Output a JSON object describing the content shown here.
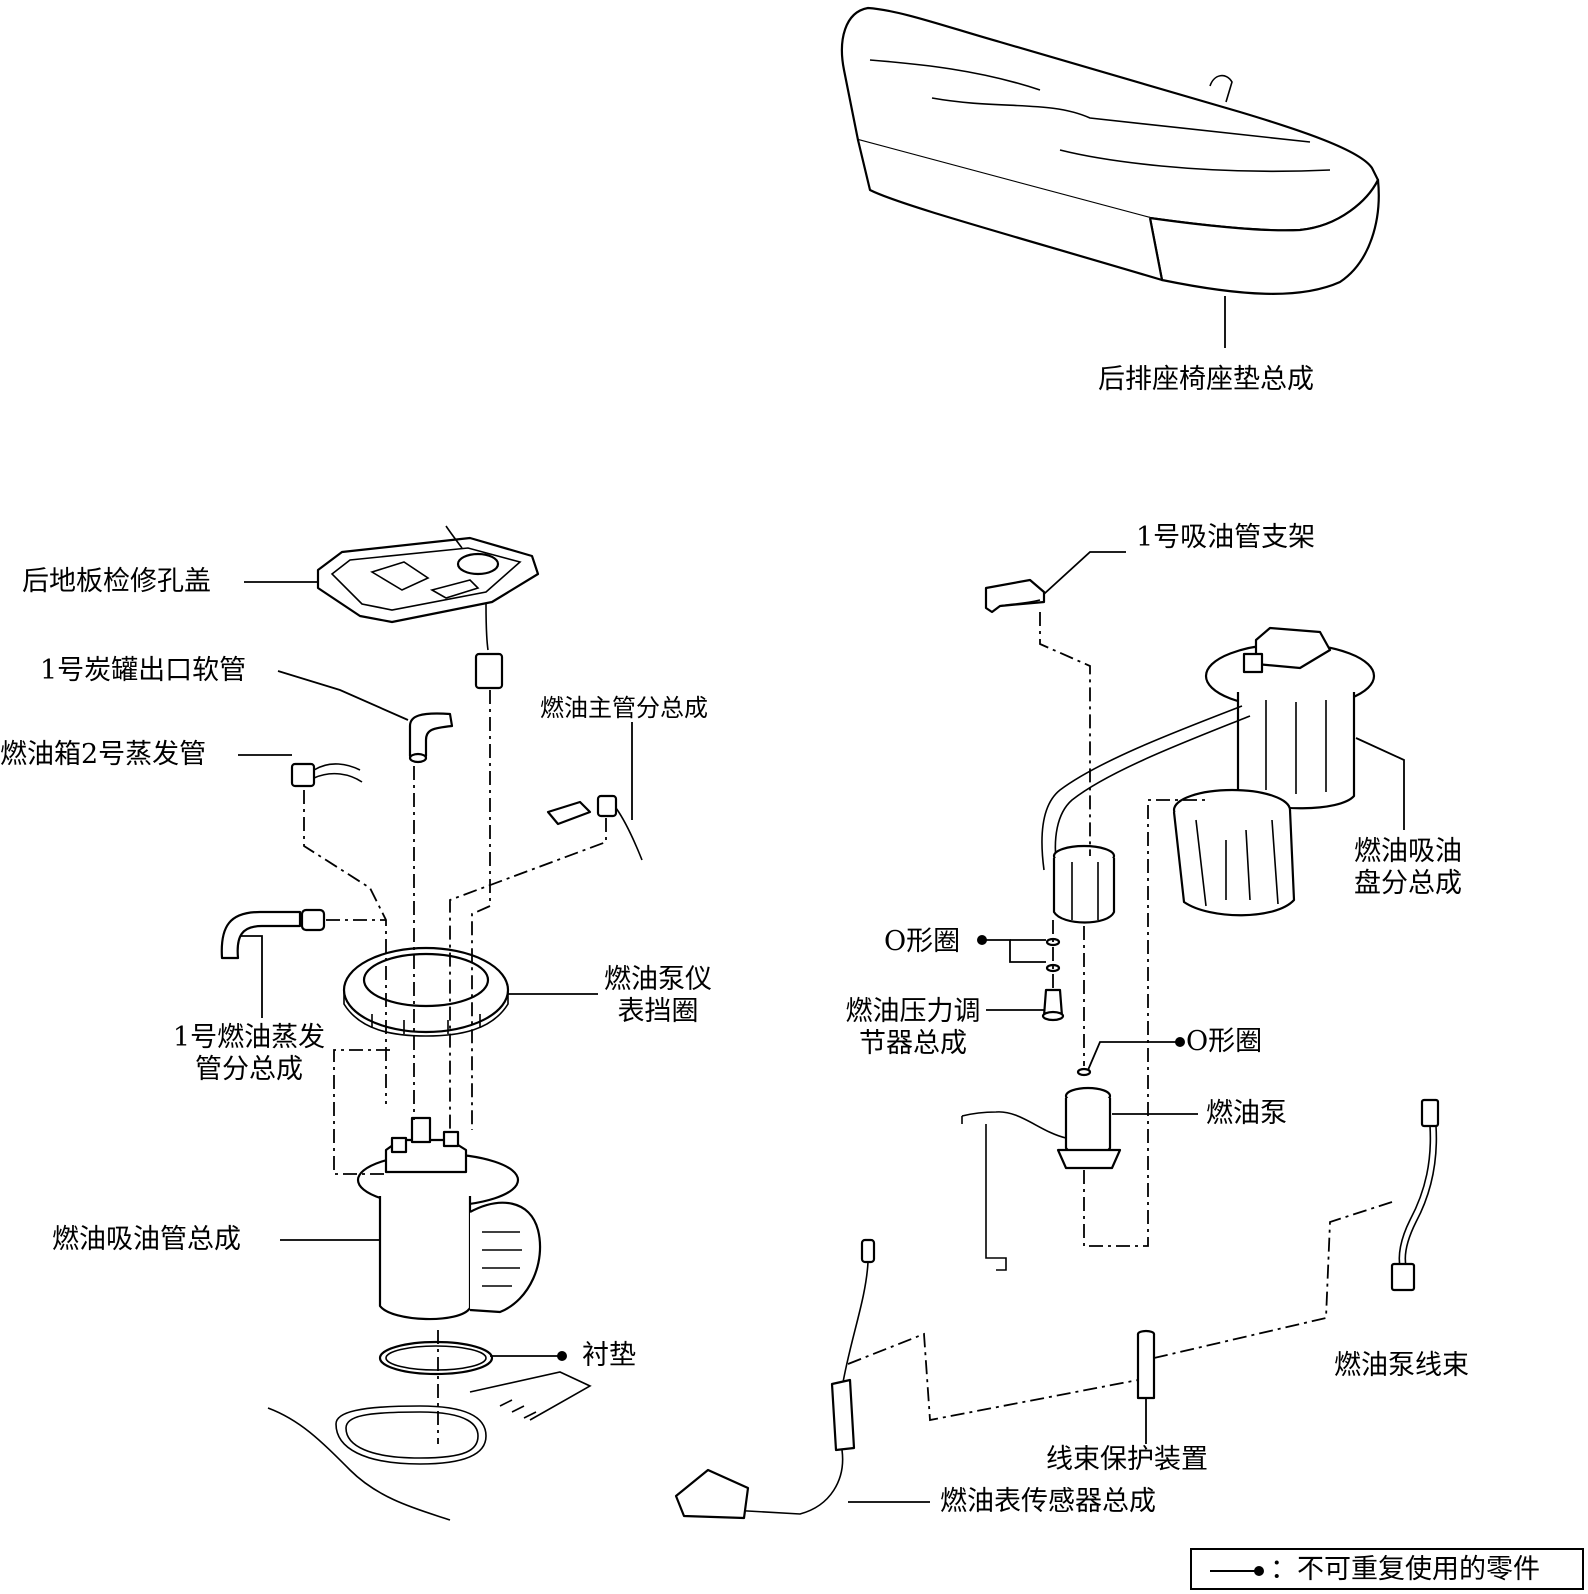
{
  "labels": {
    "rear_seat_cushion": "后排座椅座垫总成",
    "rear_floor_service_hole_cover": "后地板检修孔盖",
    "no1_canister_outlet_hose": "1号炭罐出口软管",
    "fuel_tank_no2_vapor_tube": "燃油箱2号蒸发管",
    "fuel_main_tube_sub_assy": "燃油主管分总成",
    "no1_fuel_vapor_tube_sub_assy": "1号燃油蒸发管分总成",
    "fuel_pump_gauge_retainer": "燃油泵仪表挡圈",
    "fuel_suction_tube_assy": "燃油吸油管总成",
    "gasket": "衬垫",
    "no1_suction_tube_support": "1号吸油管支架",
    "fuel_suction_plate_sub_assy": "燃油吸油盘分总成",
    "o_ring_1": "O形圈",
    "fuel_pressure_regulator_assy": "燃油压力调节器总成",
    "o_ring_2": "O形圈",
    "fuel_pump": "燃油泵",
    "fuel_pump_harness": "燃油泵线束",
    "harness_protector": "线束保护装置",
    "fuel_sender_gauge_assy": "燃油表传感器总成"
  },
  "legend": {
    "text": "：不可重复使用的零件"
  }
}
